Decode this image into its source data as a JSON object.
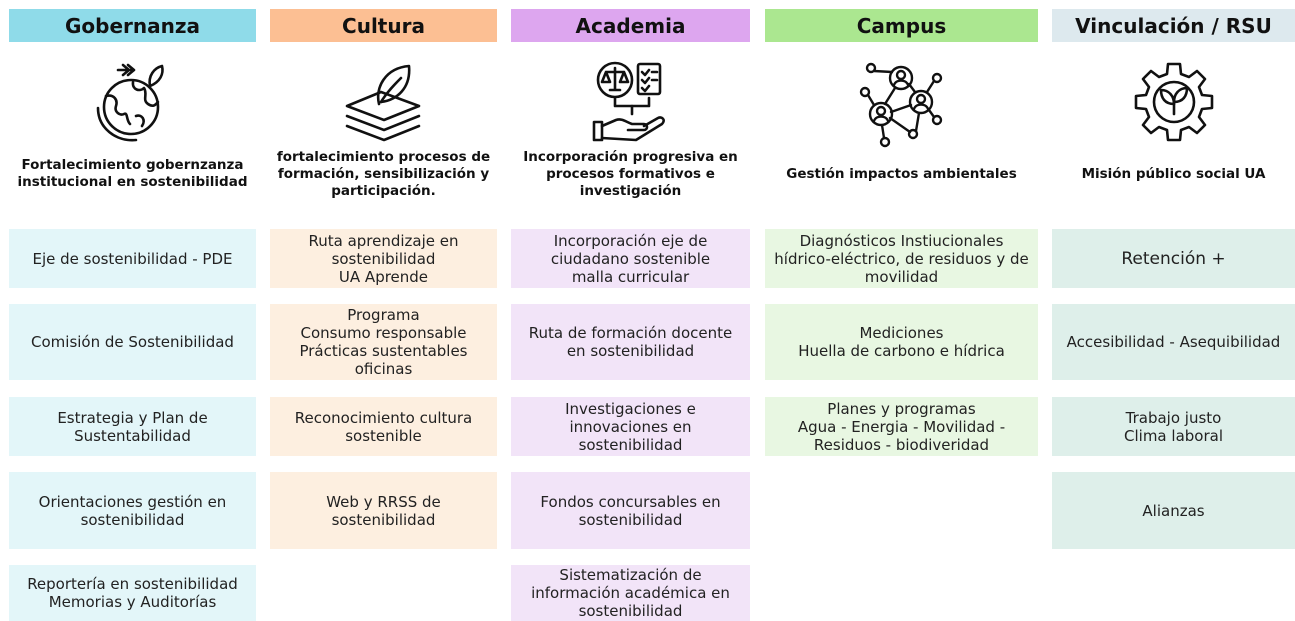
{
  "columns": [
    {
      "title": "Gobernanza",
      "header_color": "#8fdbe9",
      "box_color": "#e3f6f9",
      "icon": "globe-leaf-icon",
      "subtitle": "Fortalecimiento gobernzanza\ninstitucional en sostenibilidad",
      "items": [
        "Eje de sostenibilidad - PDE",
        "Comisión de Sostenibilidad",
        "Estrategia y Plan de\nSustentabilidad",
        "Orientaciones gestión en\nsostenibilidad",
        "Reportería en sostenibilidad\nMemorias y Auditorías"
      ]
    },
    {
      "title": "Cultura",
      "header_color": "#fcbf93",
      "box_color": "#fdefe0",
      "icon": "layers-leaf-icon",
      "subtitle": "fortalecimiento procesos de\nformación, sensibilización y\nparticipación.",
      "items": [
        "Ruta aprendizaje en\nsostenibilidad\nUA Aprende",
        "Programa\nConsumo responsable\nPrácticas sustentables\noficinas",
        "Reconocimiento cultura\nsostenible",
        "Web y RRSS de\nsostenibilidad"
      ]
    },
    {
      "title": "Academia",
      "header_color": "#dda6ef",
      "box_color": "#f2e4f8",
      "icon": "scale-hand-icon",
      "subtitle": "Incorporación progresiva en\nprocesos formativos e\ninvestigación",
      "items": [
        "Incorporación eje de\nciudadano sostenible\nmalla curricular",
        "Ruta de formación docente\nen sostenibilidad",
        "Investigaciones e\ninnovaciones en\nsostenibilidad",
        "Fondos concursables en\nsostenibilidad",
        "Sistematización de\ninformación académica en\nsostenibilidad"
      ]
    },
    {
      "title": "Campus",
      "header_color": "#abe790",
      "box_color": "#e8f7e2",
      "icon": "people-network-icon",
      "subtitle": "Gestión impactos ambientales",
      "items": [
        "Diagnósticos Instiucionales\nhídrico-eléctrico, de residuos y de\nmovilidad",
        "Mediciones\nHuella de carbono e hídrica",
        "Planes y programas\nAgua - Energia - Movilidad -\nResiduos - biodiveridad"
      ]
    },
    {
      "title": "Vinculación / RSU",
      "header_color": "#dde9ee",
      "box_color": "#deefea",
      "icon": "gear-leaf-icon",
      "subtitle": "Misión público social UA",
      "items": [
        "Retención +",
        "Accesibilidad - Asequibilidad",
        "Trabajo justo\nClima laboral",
        "Alianzas"
      ]
    }
  ]
}
